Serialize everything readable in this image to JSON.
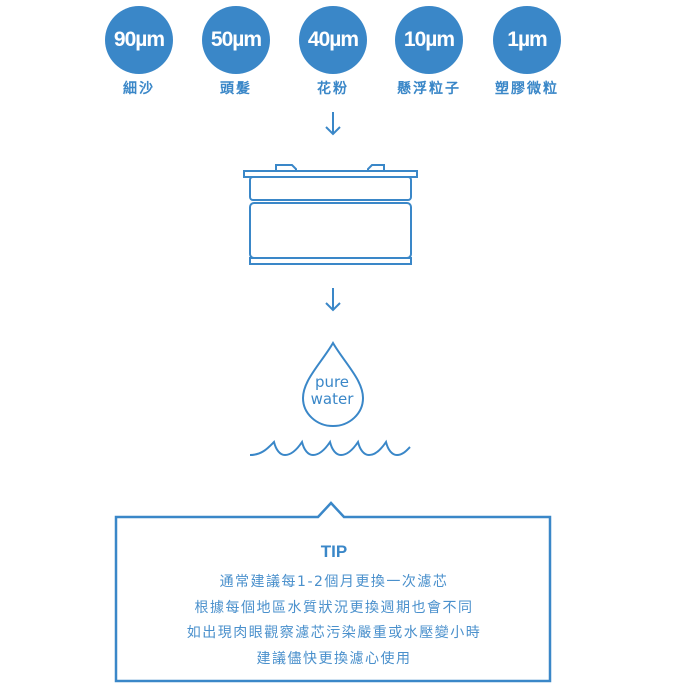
{
  "particles": [
    {
      "size": "90µm",
      "label": "細沙"
    },
    {
      "size": "50µm",
      "label": "頭髮"
    },
    {
      "size": "40µm",
      "label": "花粉"
    },
    {
      "size": "10µm",
      "label": "懸浮粒子"
    },
    {
      "size": "1µm",
      "label": "塑膠微粒"
    }
  ],
  "arrow_glyph": "↓",
  "drop": {
    "line1": "pure",
    "line2": "water"
  },
  "tip": {
    "title": "TIP",
    "lines": [
      "通常建議每1-2個月更換一次濾芯",
      "根據每個地區水質狀況更換週期也會不同",
      "如出現肉眼觀察濾芯污染嚴重或水壓變小時",
      "建議儘快更換濾心使用"
    ]
  },
  "colors": {
    "accent": "#3a87c8"
  }
}
